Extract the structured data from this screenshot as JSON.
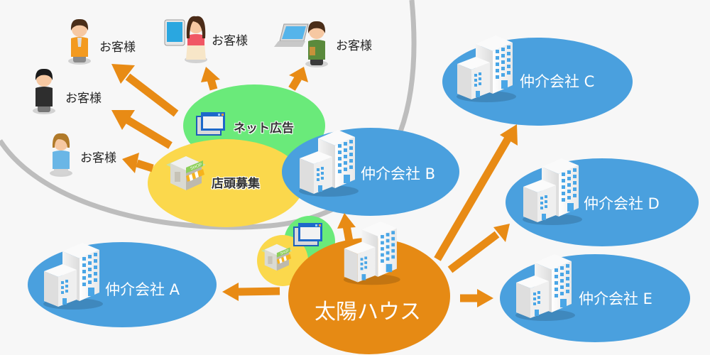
{
  "diagram": {
    "colors": {
      "background": "#f7f7f7",
      "arc": "#bdbdbd",
      "arrow": "#e88b15",
      "agency_ellipse": "#4aa0de",
      "center_ellipse": "#e68a14",
      "net_ad_ellipse": "#6aea7a",
      "storefront_ellipse": "#fbd84c"
    },
    "center": {
      "label": "太陽ハウス",
      "icon": "office-building-icon"
    },
    "channels": [
      {
        "id": "net-ad",
        "label": "ネット広告",
        "icon": "browser-window-icon"
      },
      {
        "id": "storefront",
        "label": "店頭募集",
        "icon": "shop-icon"
      }
    ],
    "customers": [
      {
        "label": "お客様",
        "icon": "person-orange-icon"
      },
      {
        "label": "お客様",
        "icon": "person-black-icon"
      },
      {
        "label": "お客様",
        "icon": "person-blue-icon"
      },
      {
        "label": "お客様",
        "icon": "person-tablet-icon"
      },
      {
        "label": "お客様",
        "icon": "person-laptop-icon"
      }
    ],
    "agencies": [
      {
        "id": "A",
        "label": "仲介会社 A"
      },
      {
        "id": "B",
        "label": "仲介会社 B"
      },
      {
        "id": "C",
        "label": "仲介会社 C"
      },
      {
        "id": "D",
        "label": "仲介会社 D"
      },
      {
        "id": "E",
        "label": "仲介会社 E"
      }
    ]
  }
}
